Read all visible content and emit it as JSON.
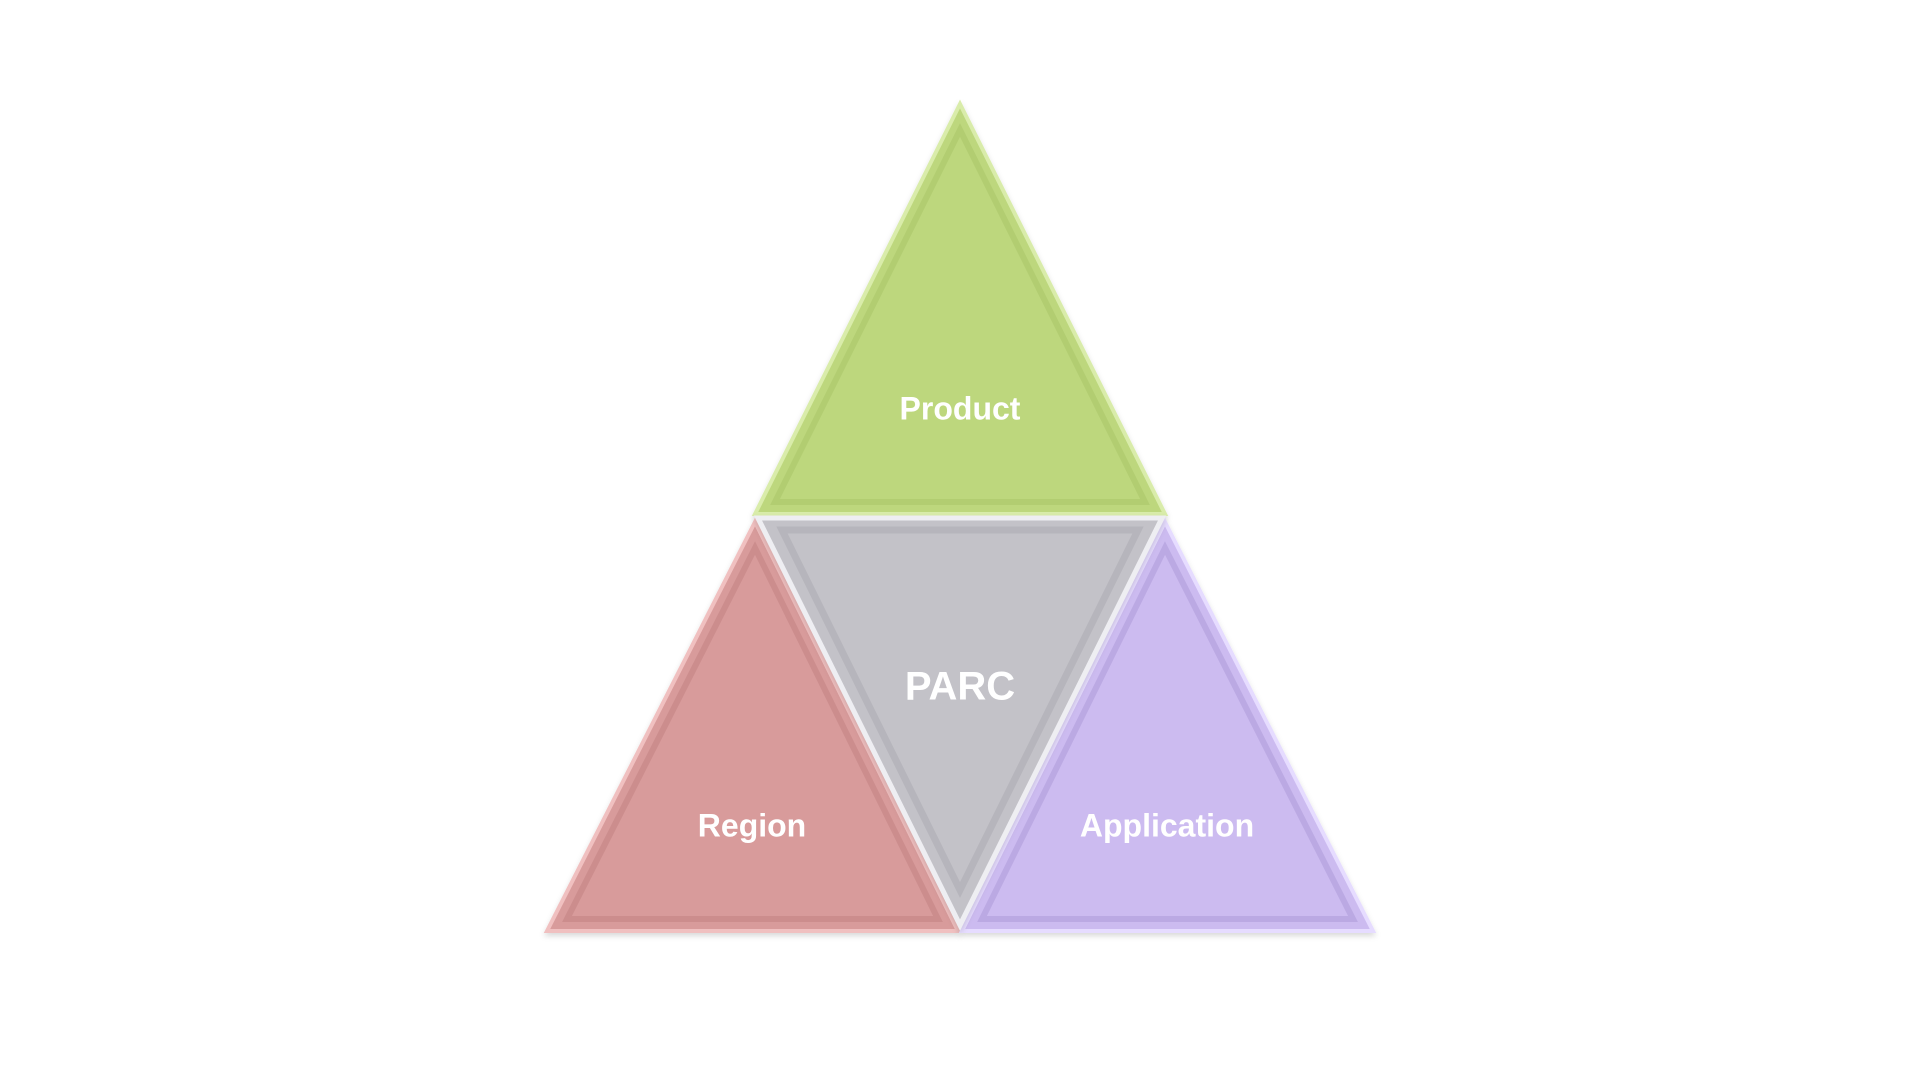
{
  "diagram": {
    "center": {
      "label": "PARC",
      "color": "#c3c2c8"
    },
    "segments": [
      {
        "id": "product",
        "label": "Product",
        "color": "#bdd77d"
      },
      {
        "id": "region",
        "label": "Region",
        "color": "#d89b9b"
      },
      {
        "id": "application",
        "label": "Application",
        "color": "#ccbbf0"
      }
    ]
  }
}
